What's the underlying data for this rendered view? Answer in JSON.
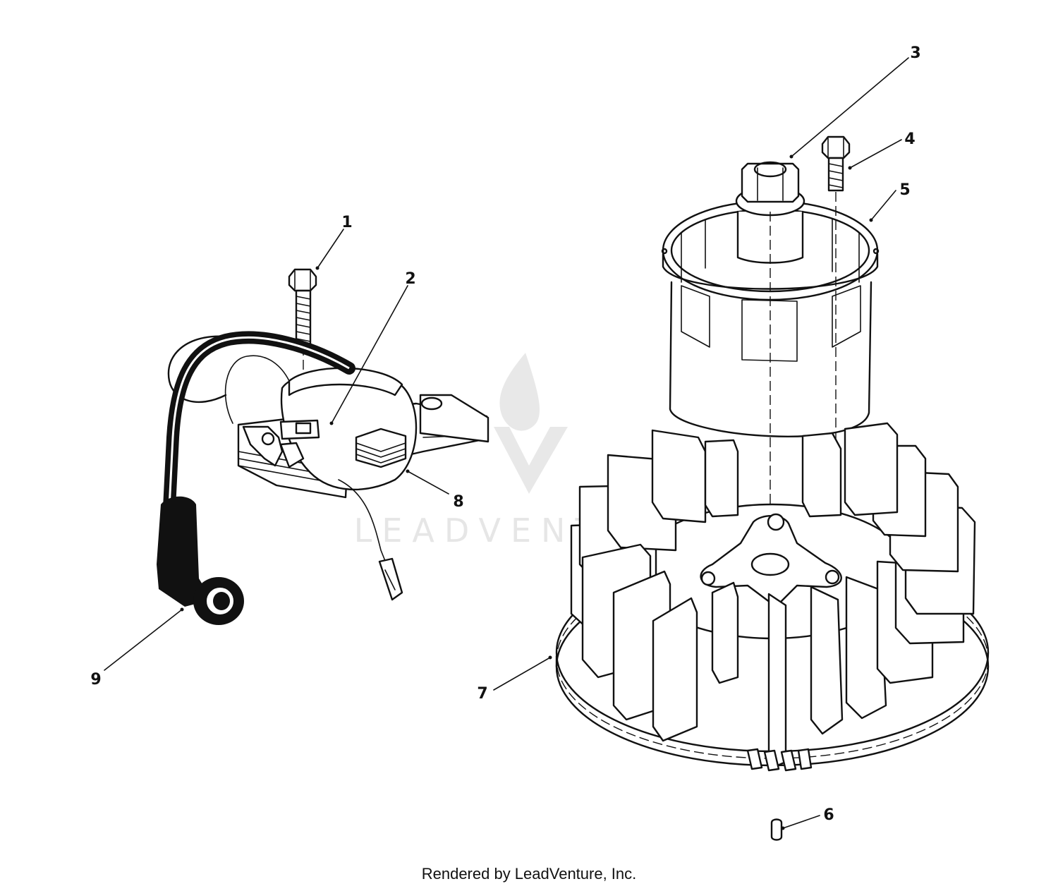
{
  "callouts": {
    "c1": "1",
    "c2": "2",
    "c3": "3",
    "c4": "4",
    "c5": "5",
    "c6": "6",
    "c7": "7",
    "c8": "8",
    "c9": "9"
  },
  "watermark": {
    "text": "LEADVENTURE",
    "logo": "leadventure-flame-logo"
  },
  "footer": {
    "credit": "Rendered by LeadVenture, Inc."
  },
  "colors": {
    "ink": "#111111",
    "paper": "#ffffff",
    "watermark": "#e6e6e6"
  }
}
